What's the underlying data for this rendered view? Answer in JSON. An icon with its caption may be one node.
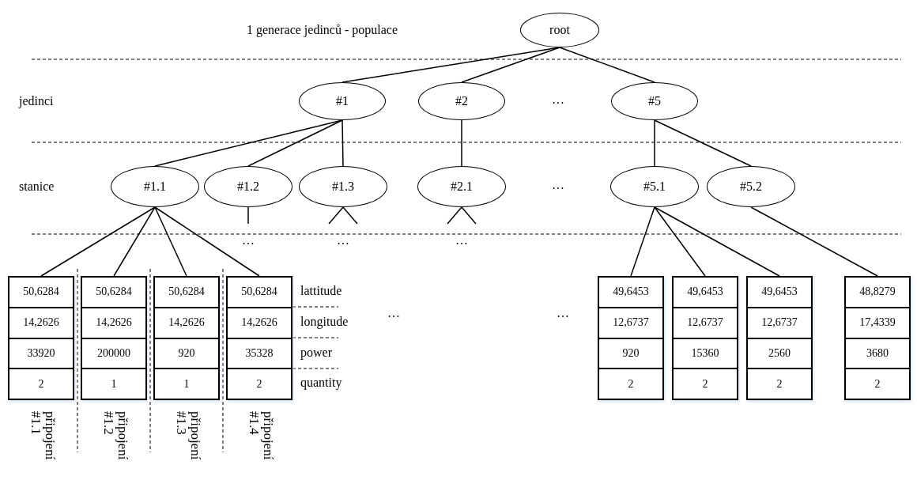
{
  "diagram": {
    "nodes": [
      {
        "text": [
          "root"
        ]
      },
      {
        "text": [
          "#1"
        ]
      },
      {
        "text": [
          "#2"
        ]
      },
      {
        "text": [
          "#5"
        ]
      },
      {
        "text": [
          "#1.1"
        ]
      },
      {
        "text": [
          "#1.2"
        ]
      },
      {
        "text": [
          "#1.3"
        ]
      },
      {
        "text": [
          "#2.1"
        ]
      },
      {
        "text": [
          "#5.1"
        ]
      },
      {
        "text": [
          "#5.2"
        ]
      },
      {
        "text": [
          "50,6284",
          "14,2626",
          "33920",
          "2"
        ],
        "beside": [
          "připojení #1.1"
        ]
      },
      {
        "text": [
          "50,6284",
          "14,2626",
          "200000",
          "1"
        ],
        "beside": [
          "připojení #1.2"
        ]
      },
      {
        "text": [
          "50,6284",
          "14,2626",
          "920",
          "1"
        ],
        "beside": [
          "připojení #1.3"
        ]
      },
      {
        "text": [
          "50,6284",
          "14,2626",
          "35328",
          "2"
        ],
        "beside": [
          "připojení #1.4"
        ]
      },
      {
        "text": [
          "49,6453",
          "12,6737",
          "920",
          "2"
        ]
      },
      {
        "text": [
          "49,6453",
          "12,6737",
          "15360",
          "2"
        ]
      },
      {
        "text": [
          "49,6453",
          "12,6737",
          "2560",
          "2"
        ]
      },
      {
        "text": [
          "48,8279",
          "17,4339",
          "3680",
          "2"
        ]
      }
    ],
    "edges": [
      {
        "from": 0,
        "to": 1,
        "arrow": "none"
      },
      {
        "from": 0,
        "to": 2,
        "arrow": "none"
      },
      {
        "from": 0,
        "to": 3,
        "arrow": "none"
      },
      {
        "from": 1,
        "to": 4,
        "arrow": "none"
      },
      {
        "from": 1,
        "to": 5,
        "arrow": "none"
      },
      {
        "from": 1,
        "to": 6,
        "arrow": "none"
      },
      {
        "from": 2,
        "to": 7,
        "arrow": "none"
      },
      {
        "from": 3,
        "to": 8,
        "arrow": "none"
      },
      {
        "from": 3,
        "to": 9,
        "arrow": "none"
      },
      {
        "from": 5,
        "to": null,
        "arrow": "none"
      },
      {
        "from": 6,
        "to": null,
        "arrow": "none"
      },
      {
        "from": 6,
        "to": null,
        "arrow": "none"
      },
      {
        "from": 7,
        "to": null,
        "arrow": "none"
      },
      {
        "from": 7,
        "to": null,
        "arrow": "none"
      },
      {
        "from": 4,
        "to": 10,
        "arrow": "none"
      },
      {
        "from": 4,
        "to": 11,
        "arrow": "none"
      },
      {
        "from": 4,
        "to": 12,
        "arrow": "none"
      },
      {
        "from": 4,
        "to": 13,
        "arrow": "none"
      },
      {
        "from": 8,
        "to": 14,
        "arrow": "none"
      },
      {
        "from": 8,
        "to": 15,
        "arrow": "none"
      },
      {
        "from": 8,
        "to": 16,
        "arrow": "none"
      },
      {
        "from": 9,
        "to": 17,
        "arrow": "none"
      }
    ],
    "labels": [
      "1 generace jedinců - populace",
      "jedinci",
      "…",
      "stanice",
      "…",
      "…",
      "…",
      "…",
      "lattitude",
      "longitude",
      "…",
      "…",
      "power",
      "quantity"
    ]
  }
}
